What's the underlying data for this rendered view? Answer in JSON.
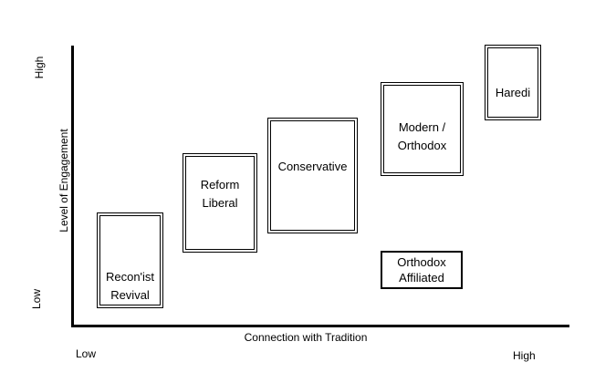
{
  "axes": {
    "y": {
      "label": "Level of Engagement",
      "top_label": "High",
      "bottom_label": "Low"
    },
    "x": {
      "label": "Connection with Tradition",
      "left_label": "Low",
      "right_label": "High"
    }
  },
  "boxes": [
    {
      "id": "reconist-revival",
      "line1": "Recon'ist",
      "line2": "Revival",
      "border": "double"
    },
    {
      "id": "reform-liberal",
      "line1": "Reform",
      "line2": "Liberal",
      "border": "double"
    },
    {
      "id": "conservative",
      "line1": "Conservative",
      "line2": "",
      "border": "double"
    },
    {
      "id": "modern-orthodox",
      "line1": "Modern /",
      "line2": "Orthodox",
      "border": "double"
    },
    {
      "id": "haredi",
      "line1": "Haredi",
      "line2": "",
      "border": "double"
    },
    {
      "id": "orthodox-affiliated",
      "line1": "Orthodox",
      "line2": "Affiliated",
      "border": "single"
    }
  ],
  "colors": {
    "ink": "#000000",
    "background": "#ffffff"
  }
}
